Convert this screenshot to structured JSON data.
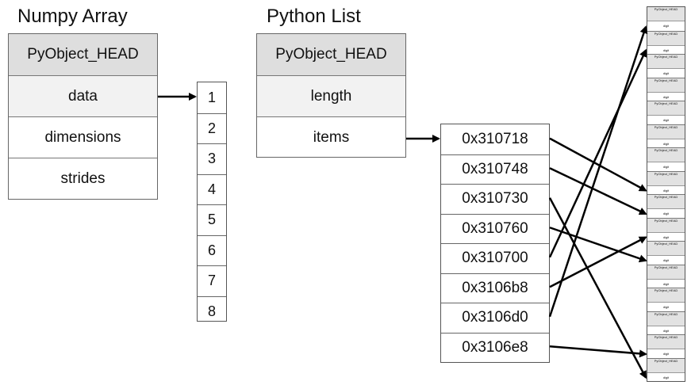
{
  "numpy": {
    "title": "Numpy Array",
    "fields": [
      "PyObject_HEAD",
      "data",
      "dimensions",
      "strides"
    ],
    "values": [
      "1",
      "2",
      "3",
      "4",
      "5",
      "6",
      "7",
      "8"
    ]
  },
  "pylist": {
    "title": "Python List",
    "fields": [
      "PyObject_HEAD",
      "length",
      "items"
    ],
    "addresses": [
      "0x310718",
      "0x310748",
      "0x310730",
      "0x310760",
      "0x310700",
      "0x3106b8",
      "0x3106d0",
      "0x3106e8"
    ]
  },
  "objects": {
    "count": 16,
    "head_label": "PyObject_HEAD",
    "digit_label": "digit"
  },
  "pointer_targets": [
    7,
    8,
    15,
    10,
    1,
    9,
    0,
    14
  ]
}
